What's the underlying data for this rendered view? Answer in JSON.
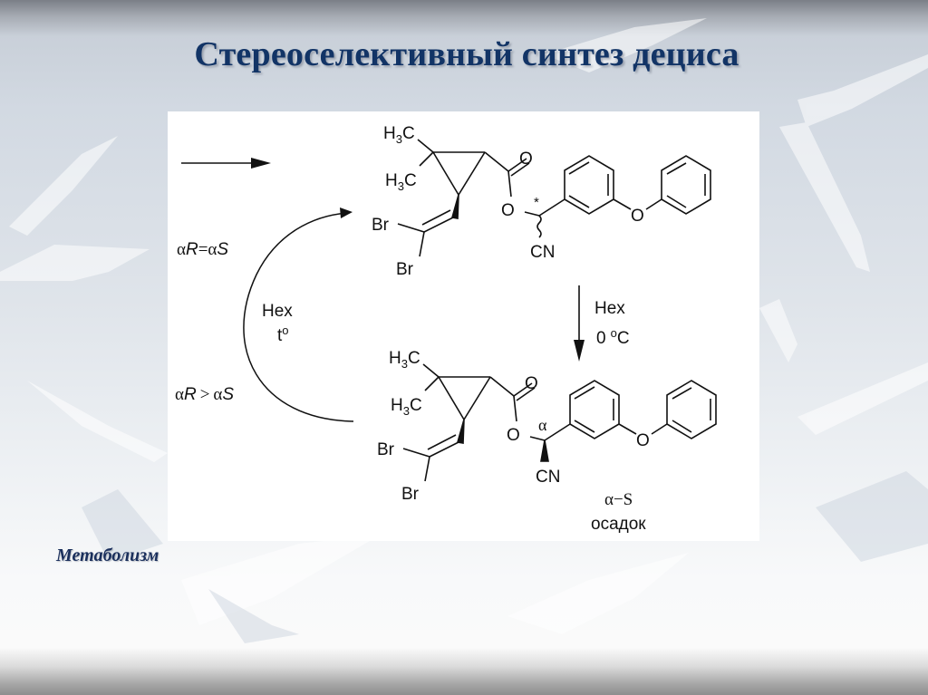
{
  "slide": {
    "title": "Стереоселективный синтез дециса",
    "footer_link": "Метаболизм",
    "colors": {
      "title": "#123466",
      "footer": "#1a2f5c",
      "panel_bg": "#ffffff",
      "ink": "#111111"
    }
  },
  "diagram": {
    "top_molecule": {
      "labels": {
        "methyl_1": "H3C",
        "methyl_2": "H3C",
        "carbonyl_o": "O",
        "ester_o": "O",
        "stereo_mark": "*",
        "nitrile": "CN",
        "bromo_1": "Br",
        "bromo_2": "Br",
        "ether_o": "O"
      },
      "ratio_label_prefix": "αR=αS"
    },
    "bottom_molecule": {
      "labels": {
        "methyl_1": "H3C",
        "methyl_2": "H3C",
        "carbonyl_o": "O",
        "ester_o": "O",
        "alpha_mark": "α",
        "nitrile": "CN",
        "bromo_1": "Br",
        "bromo_2": "Br",
        "ether_o": "O"
      },
      "isomer_label": "α−S",
      "precipitate_label": "осадок"
    },
    "ratio_top": {
      "alpha": "α",
      "r": "R",
      "op": "=",
      "alpha2": "α",
      "s": "S"
    },
    "ratio_bottom": {
      "alpha": "α",
      "r": "R",
      "op": ">",
      "alpha2": "α",
      "s": "S"
    },
    "cycle_conditions": {
      "solvent": "Hex",
      "temperature_t": "t",
      "temperature_sup": "o"
    },
    "down_conditions": {
      "solvent": "Hex",
      "temperature_0": "0",
      "temperature_sup": "o",
      "temperature_unit": "C"
    },
    "subscript_3": "3",
    "methyl_h": "H",
    "methyl_c": "C"
  }
}
